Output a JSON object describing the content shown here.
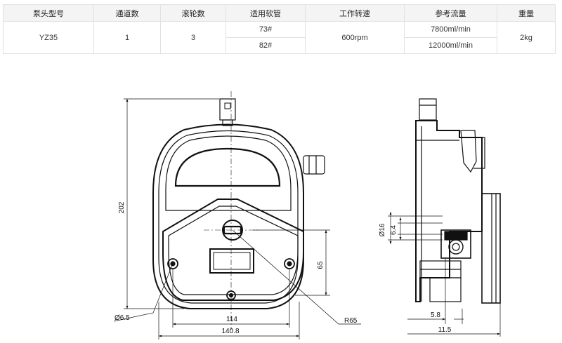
{
  "table": {
    "headers": [
      "泵头型号",
      "通道数",
      "滚轮数",
      "适用软管",
      "工作转速",
      "参考流量",
      "重量"
    ],
    "model": "YZ35",
    "channels": "1",
    "rollers": "3",
    "tubes": [
      "73#",
      "82#"
    ],
    "speed": "600rpm",
    "flows": [
      "7800ml/min",
      "12000ml/min"
    ],
    "weight": "2kg"
  },
  "drawing": {
    "dim_height": "202",
    "dim_hole": "Ø6.5",
    "dim_width_inner": "114",
    "dim_width_outer": "140.8",
    "dim_radius": "R65",
    "dim_center_height": "65",
    "dim_shaft": "Ø16",
    "dim_flat": "6.4",
    "dim_side_a": "5.8",
    "dim_side_b": "11.5"
  }
}
